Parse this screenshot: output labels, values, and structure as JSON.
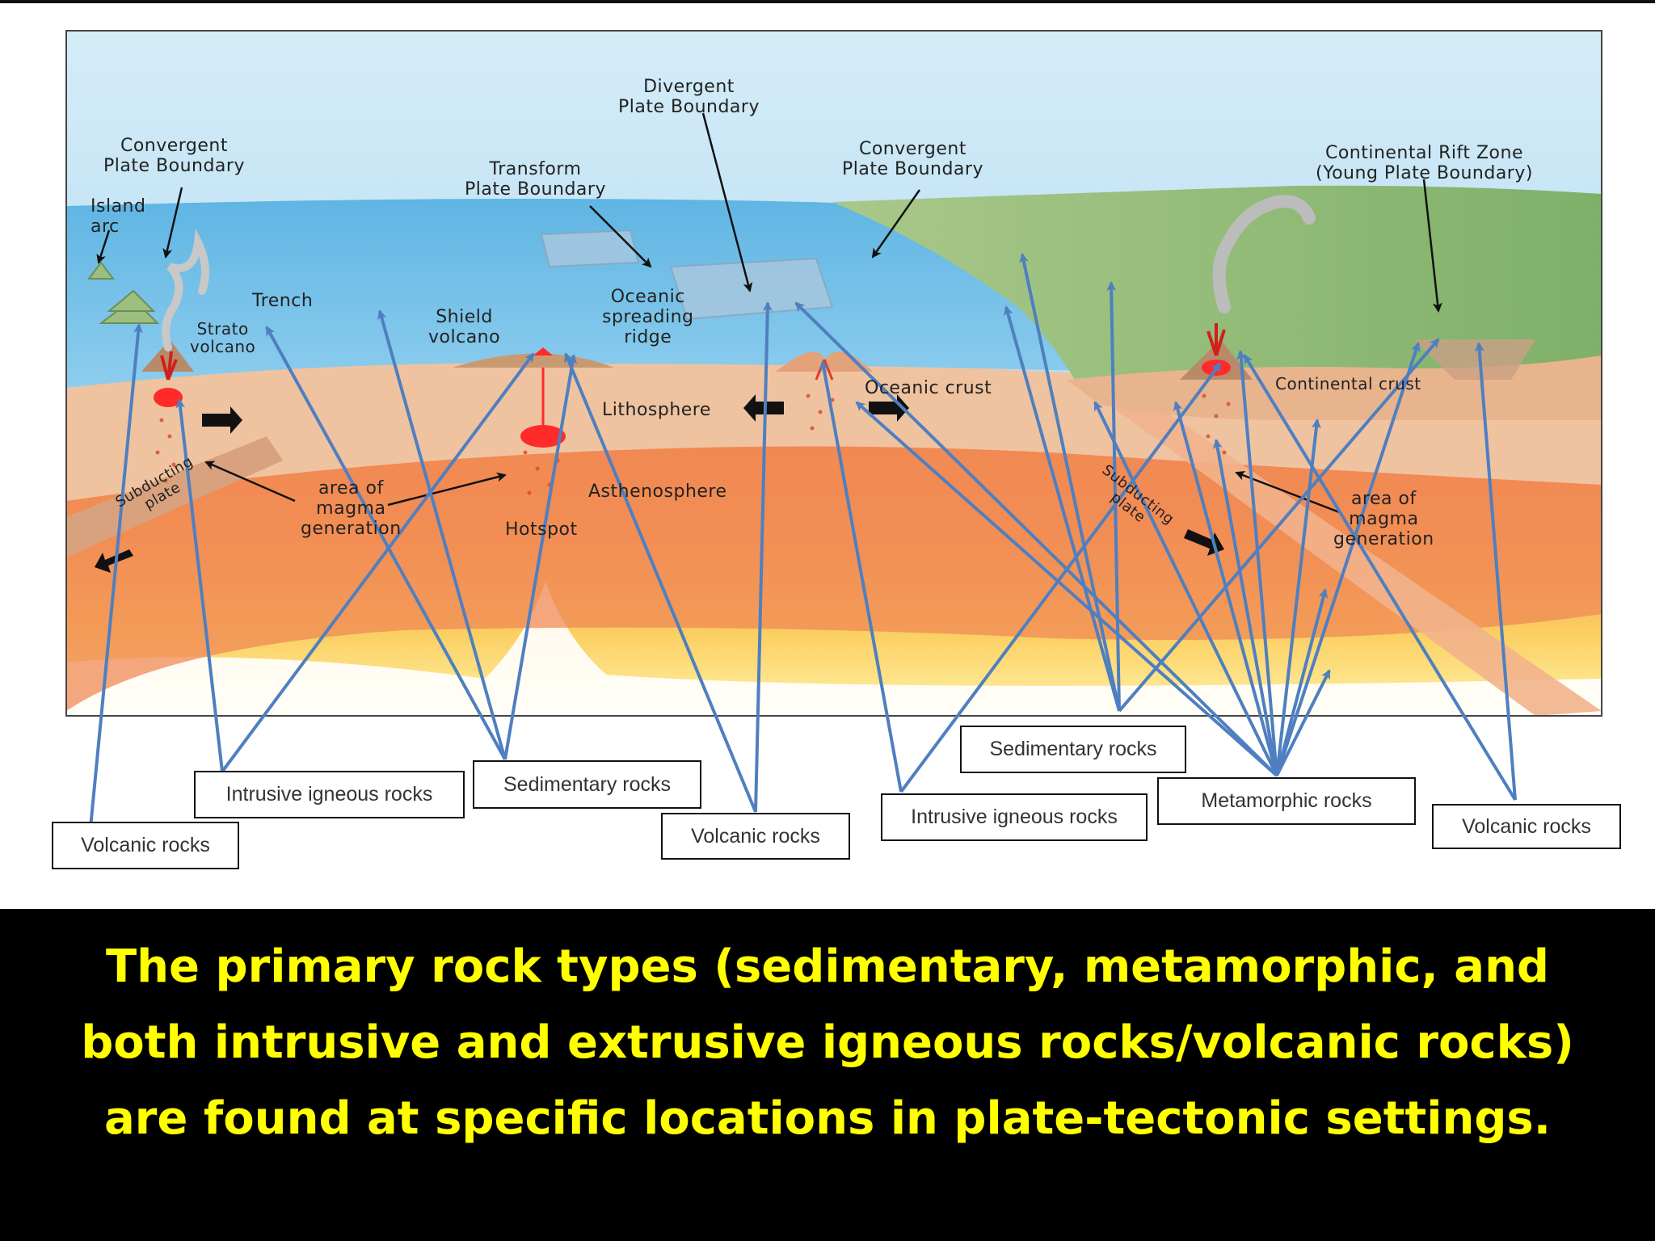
{
  "diagram": {
    "labels": {
      "island_arc": "Island\narc",
      "convergent_left": "Convergent\nPlate Boundary",
      "transform": "Transform\nPlate Boundary",
      "divergent": "Divergent\nPlate Boundary",
      "convergent_right": "Convergent\nPlate Boundary",
      "rift_zone": "Continental Rift Zone\n(Young Plate Boundary)",
      "trench": "Trench",
      "strato_volcano": "Strato\nvolcano",
      "shield_volcano": "Shield\nvolcano",
      "oceanic_ridge": "Oceanic\nspreading\nridge",
      "oceanic_crust": "Oceanic crust",
      "lithosphere": "Lithosphere",
      "asthenosphere": "Asthenosphere",
      "hotspot": "Hotspot",
      "magma_left": "area of\nmagma\ngeneration",
      "magma_right": "area of\nmagma\ngeneration",
      "subducting_left": "Subducting\nplate",
      "subducting_right": "Subducting\nplate",
      "continental_crust": "Continental crust"
    },
    "rock_boxes": {
      "volcanic_1": "Volcanic rocks",
      "intrusive_1": "Intrusive igneous rocks",
      "sedimentary_1": "Sedimentary rocks",
      "volcanic_2": "Volcanic rocks",
      "sedimentary_2": "Sedimentary rocks",
      "intrusive_2": "Intrusive igneous rocks",
      "metamorphic": "Metamorphic rocks",
      "volcanic_3": "Volcanic rocks"
    }
  },
  "caption": {
    "line1": "The primary rock types (sedimentary, metamorphic, and",
    "line2": "both intrusive and extrusive igneous rocks/volcanic rocks)",
    "line3": "are found at specific locations in plate-tectonic settings."
  },
  "colors": {
    "caption_text": "#ffff00",
    "arrow_blue": "#4f7fc0",
    "ocean": "#74c3ea",
    "asthenosphere": "#f08a55",
    "lithosphere": "#efc3a0"
  }
}
